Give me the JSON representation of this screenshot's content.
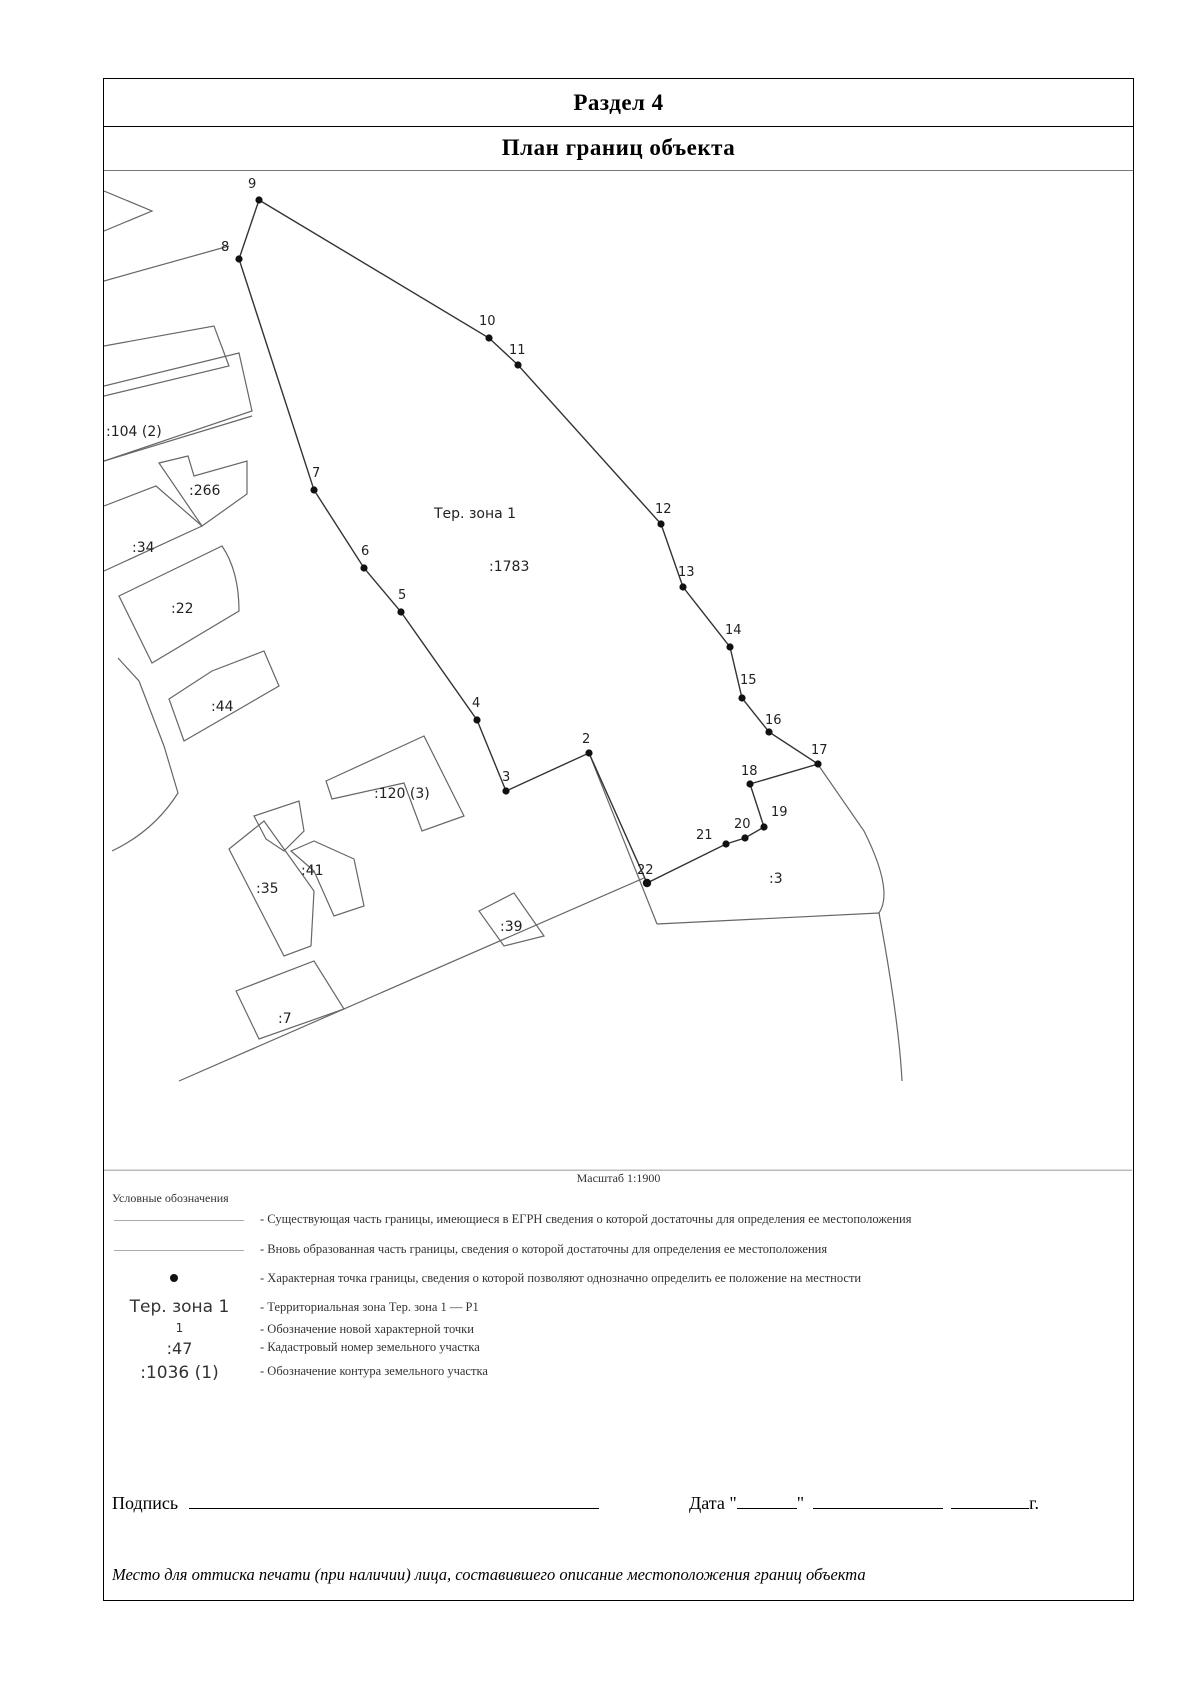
{
  "header": {
    "section_label": "Раздел 4",
    "plan_title": "План границ объекта"
  },
  "map": {
    "zone_label": "Тер. зона 1",
    "main_parcel_label": ":1783",
    "parcel_labels": [
      ":104 (2)",
      ":266",
      ":34",
      ":22",
      ":44",
      ":120 (3)",
      ":41",
      ":35",
      ":39",
      ":7",
      ":3"
    ],
    "boundary_point_labels": [
      "2",
      "3",
      "4",
      "5",
      "6",
      "7",
      "8",
      "9",
      "10",
      "11",
      "12",
      "13",
      "14",
      "15",
      "16",
      "17",
      "18",
      "19",
      "20",
      "21",
      "22"
    ]
  },
  "scale": {
    "text": "Масштаб 1:1900"
  },
  "legend": {
    "title": "Условные обозначения",
    "items": [
      {
        "symbol": "",
        "text": "- Существующая часть границы, имеющиеся в ЕГРН сведения о которой достаточны для определения ее местоположения"
      },
      {
        "symbol": "",
        "text": "- Вновь образованная часть границы, сведения о которой достаточны для определения ее местоположения"
      },
      {
        "symbol": "",
        "text": "- Характерная точка границы, сведения о которой позволяют однозначно определить ее положение на местности"
      },
      {
        "symbol": "Тер. зона 1",
        "text": "- Территориальная зона Тер. зона 1 — Р1"
      },
      {
        "symbol": "1",
        "text": "- Обозначение новой характерной точки"
      },
      {
        "symbol": ":47",
        "text": "- Кадастровый номер земельного участка"
      },
      {
        "symbol": ":1036 (1)",
        "text": "- Обозначение контура земельного участка"
      }
    ]
  },
  "signature": {
    "sign_label": "Подпись",
    "date_label": "Дата \"",
    "date_mid": "\"",
    "year_suffix": "г."
  },
  "stamp_note": "Место для оттиска печати (при наличии) лица, составившего описание местоположения границ объекта"
}
